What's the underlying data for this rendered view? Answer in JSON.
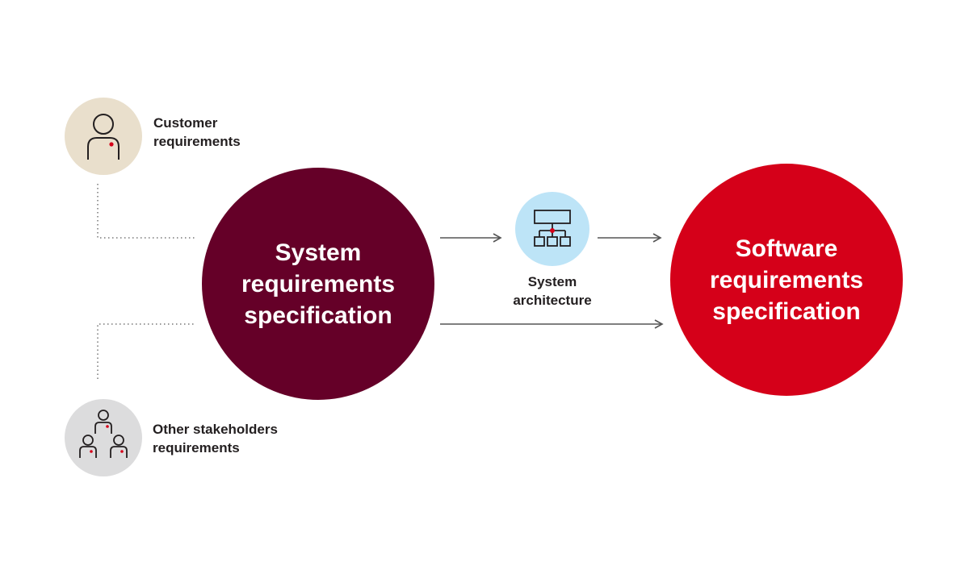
{
  "colors": {
    "system_spec_fill": "#650028",
    "software_spec_fill": "#d50019",
    "customer_icon_bg": "#e9dfcc",
    "stakeholders_icon_bg": "#dcdcdd",
    "architecture_icon_bg": "#bde4f7",
    "accent_dot": "#d50019",
    "arrow": "#555555",
    "dotted_connector": "#777777",
    "text": "#231f20"
  },
  "nodes": {
    "customer": {
      "icon": "person-icon",
      "label": "Customer\nrequirements"
    },
    "stakeholders": {
      "icon": "group-of-people-icon",
      "label": "Other stakeholders\nrequirements"
    },
    "system_spec": {
      "label": "System\nrequirements\nspecification"
    },
    "architecture": {
      "icon": "hierarchy-diagram-icon",
      "label": "System\narchitecture"
    },
    "software_spec": {
      "label": "Software\nrequirements\nspecification"
    }
  },
  "edges": [
    {
      "from": "customer",
      "to": "system_spec",
      "style": "dotted"
    },
    {
      "from": "stakeholders",
      "to": "system_spec",
      "style": "dotted"
    },
    {
      "from": "system_spec",
      "to": "architecture",
      "style": "arrow"
    },
    {
      "from": "architecture",
      "to": "software_spec",
      "style": "arrow"
    },
    {
      "from": "system_spec",
      "to": "software_spec",
      "style": "arrow"
    }
  ]
}
